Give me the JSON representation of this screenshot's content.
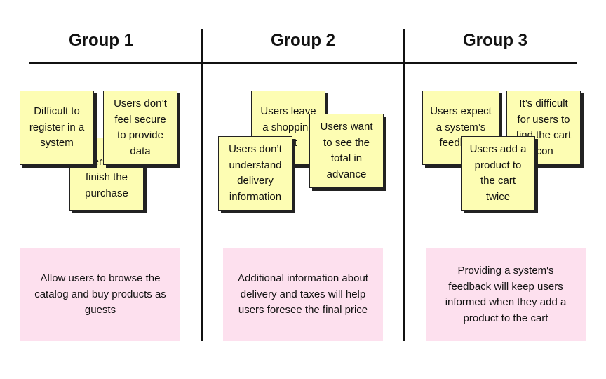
{
  "groups": [
    {
      "title": "Group 1",
      "notes": [
        "Users don't finish the purchase",
        "Difficult to register in a system",
        "Users don’t feel secure to provide data"
      ],
      "insight": "Allow users to browse the catalog and buy products as guests"
    },
    {
      "title": "Group 2",
      "notes": [
        "Users leave a shopping cart",
        "Users don’t understand delivery information",
        "Users want to see the total in advance"
      ],
      "insight": "Additional information about delivery and taxes will help users foresee the final price"
    },
    {
      "title": "Group 3",
      "notes": [
        "Users expect a system’s feedback",
        "It’s difficult for users to find the cart icon",
        "Users add a product to the cart twice"
      ],
      "insight": "Providing a system's feedback will keep users informed when they add a product to the cart"
    }
  ],
  "colors": {
    "sticky": "#fdfdb3",
    "insight": "#fde0ee",
    "lines": "#111111"
  }
}
